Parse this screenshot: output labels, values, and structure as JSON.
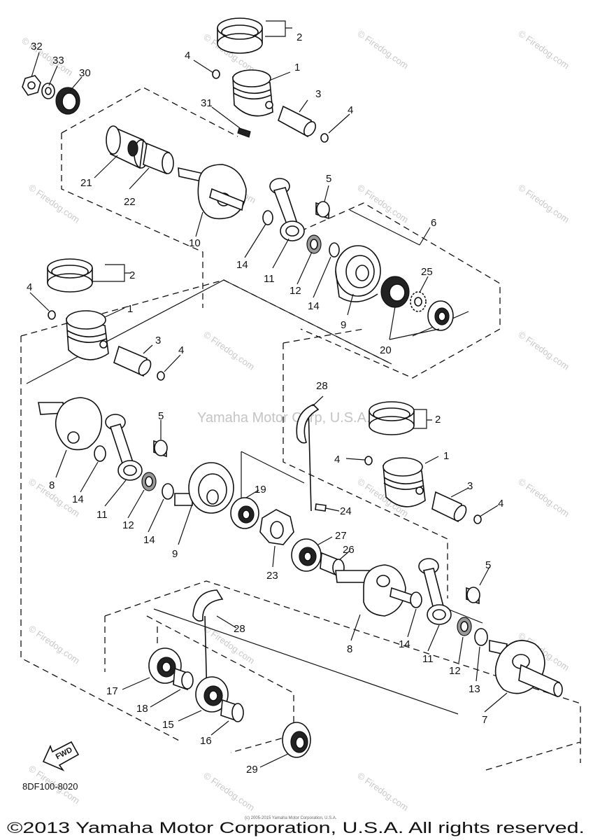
{
  "diagram": {
    "callouts": [
      "1",
      "2",
      "3",
      "4",
      "5",
      "6",
      "7",
      "8",
      "9",
      "10",
      "11",
      "12",
      "13",
      "14",
      "15",
      "16",
      "17",
      "18",
      "19",
      "20",
      "21",
      "22",
      "23",
      "24",
      "25",
      "26",
      "27",
      "28",
      "29",
      "30",
      "31",
      "32",
      "33"
    ],
    "figure_code": "8DF100-8020",
    "fwd_label": "FWD",
    "watermark": "© Firedog.com",
    "center_watermark": "Yamaha Motor Corp, U.S.A.",
    "crank_watermark": "Firedog.com",
    "fine_print": "(c) 2005-2015 Yamaha Motor Corporation, U.S.A.",
    "copyright": "©2013 Yamaha Motor Corporation, U.S.A. All rights reserved."
  }
}
